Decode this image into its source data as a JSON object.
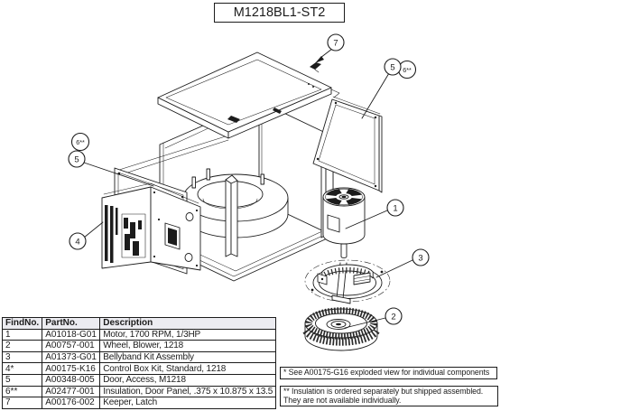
{
  "title": "M1218BL1-ST2",
  "colors": {
    "line": "#1c1c1c",
    "table_header_bg": "#ececf1",
    "bg": "#ffffff"
  },
  "callouts": {
    "keeper": "7",
    "door_right_5": "5",
    "door_right_6": "6**",
    "door_left_6": "6**",
    "door_left_5": "5",
    "control_box": "4",
    "motor": "1",
    "bellyband": "3",
    "wheel": "2"
  },
  "parts_table": {
    "headers": [
      "FindNo.",
      "PartNo.",
      "Description"
    ],
    "rows": [
      [
        "1",
        "A01018-G01",
        "Motor, 1700 RPM, 1/3HP"
      ],
      [
        "2",
        "A00757-001",
        "Wheel, Blower, 1218"
      ],
      [
        "3",
        "A01373-G01",
        "Bellyband Kit Assembly"
      ],
      [
        "4*",
        "A00175-K16",
        "Control Box Kit, Standard, 1218"
      ],
      [
        "5",
        "A00348-005",
        "Door, Access, M1218"
      ],
      [
        "6**",
        "A02477-001",
        "Insulation, Door Panel, .375 x 10.875 x 13.5"
      ],
      [
        "7",
        "A00176-002",
        "Keeper, Latch"
      ]
    ]
  },
  "notes": {
    "note1": "* See A00175-G16 exploded view for individual components",
    "note2": "** Insulation is ordered separately but shipped assembled. They are not available individually."
  }
}
